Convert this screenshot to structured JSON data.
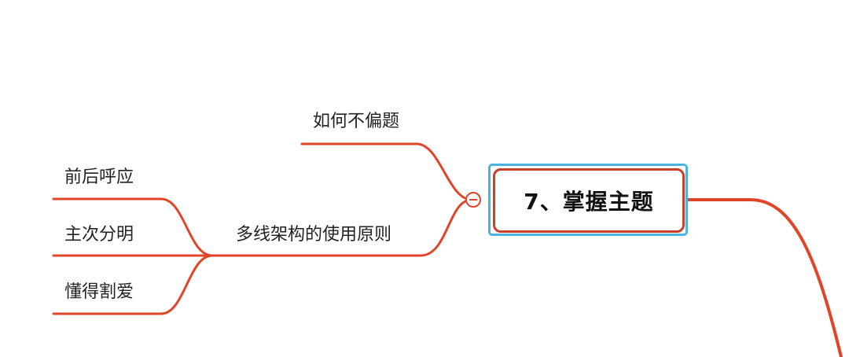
{
  "central_topic": "7、掌握主题",
  "branches": [
    {
      "label": "如何不偏题"
    },
    {
      "label": "多线架构的使用原则",
      "children": [
        {
          "label": "前后呼应"
        },
        {
          "label": "主次分明"
        },
        {
          "label": "懂得割爱"
        }
      ]
    }
  ],
  "collapse_icon": "minus-circle-icon",
  "colors": {
    "branch": "#e0452a",
    "topic_border": "#c8402a",
    "selection": "#4ab5dc"
  }
}
